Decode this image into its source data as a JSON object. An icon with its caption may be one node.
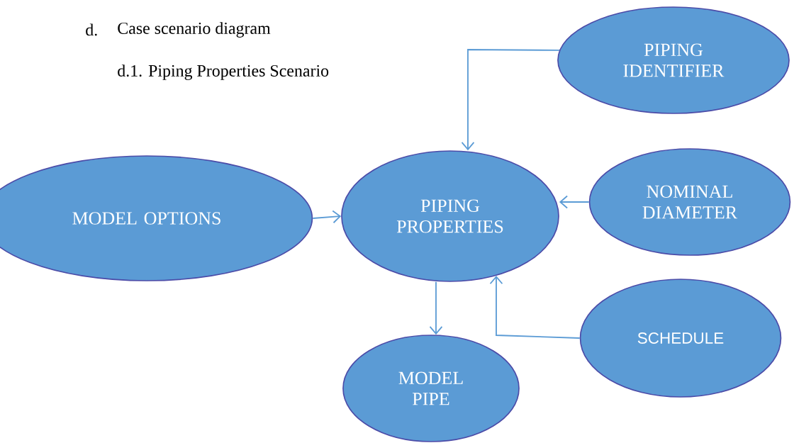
{
  "diagram": {
    "nodes": [
      {
        "text": [
          "PIPING IDENTIFIER"
        ]
      },
      {
        "text": [
          "MODEL OPTIONS"
        ]
      },
      {
        "text": [
          "PIPING PROPERTIES"
        ]
      },
      {
        "text": [
          "NOMINAL DIAMETER"
        ]
      },
      {
        "text": [
          "SCHEDULE"
        ]
      },
      {
        "text": [
          "MODEL PIPE"
        ]
      }
    ],
    "edges": [
      {
        "from": 0,
        "to": 2,
        "arrow": "to"
      },
      {
        "from": 1,
        "to": 2,
        "arrow": "to"
      },
      {
        "from": 3,
        "to": 2,
        "arrow": "to"
      },
      {
        "from": 2,
        "to": 5,
        "arrow": "to"
      },
      {
        "from": 4,
        "to": 2,
        "arrow": "to"
      }
    ],
    "labels": [
      "d.",
      "Case scenario diagram",
      "d.1. Piping Properties Scenario"
    ]
  }
}
